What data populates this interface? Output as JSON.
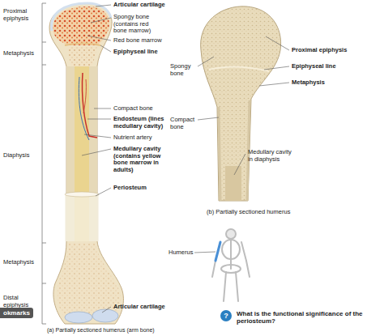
{
  "diagram": {
    "nodes": [
      {
        "text": [
          "okmarks"
        ]
      },
      {
        "text": [
          "?"
        ]
      }
    ],
    "labels": [
      "Proximal epiphysis",
      "Metaphysis",
      "Diaphysis",
      "Metaphysis",
      "Distal epiphysis",
      "Articular cartilage",
      "Spongy bone (contains red bone marrow)",
      "Red bone marrow",
      "Epiphyseal line",
      "Compact bone",
      "Endosteum (lines medullary cavity)",
      "Nutrient artery",
      "Medullary cavity (contains yellow bone marrow in adults)",
      "Periosteum",
      "Articular cartilage",
      "Spongy bone",
      "Compact bone",
      "Medullary cavity in diaphysis",
      "Proximal epiphysis",
      "Epiphyseal line",
      "Metaphysis",
      "(b) Partially sectioned humerus",
      "Humerus",
      "What is the functional significance of the periosteum?",
      "(a) Partially sectioned humerus (arm bone)"
    ]
  }
}
